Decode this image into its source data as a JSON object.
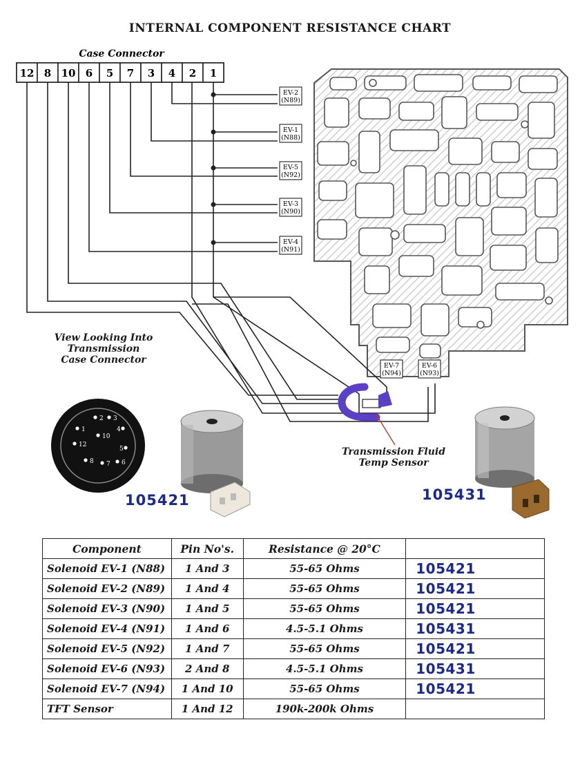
{
  "title": "INTERNAL COMPONENT RESISTANCE CHART",
  "connector": {
    "label": "Case Connector",
    "pins": [
      "12",
      "8",
      "10",
      "6",
      "5",
      "7",
      "3",
      "4",
      "2",
      "1"
    ]
  },
  "solenoids": [
    {
      "name": "EV-2",
      "code": "(N89)"
    },
    {
      "name": "EV-1",
      "code": "(N88)"
    },
    {
      "name": "EV-5",
      "code": "(N92)"
    },
    {
      "name": "EV-3",
      "code": "(N90)"
    },
    {
      "name": "EV-4",
      "code": "(N91)"
    },
    {
      "name": "EV-7",
      "code": "(N94)"
    },
    {
      "name": "EV-6",
      "code": "(N93)"
    }
  ],
  "view_caption": [
    "View Looking Into",
    "Transmission",
    "Case Connector"
  ],
  "round_connector_pins": [
    "1",
    "2",
    "3",
    "4",
    "5",
    "6",
    "7",
    "8",
    "10",
    "12"
  ],
  "tft_caption": [
    "Transmission Fluid",
    "Temp Sensor"
  ],
  "part_numbers": {
    "left": "105421",
    "right": "105431"
  },
  "table": {
    "headers": [
      "Component",
      "Pin No's.",
      "Resistance @ 20°C",
      ""
    ],
    "rows": [
      {
        "component": "Solenoid EV-1 (N88)",
        "pins": "1 And 3",
        "resistance": "55-65 Ohms",
        "part": "105421"
      },
      {
        "component": "Solenoid EV-2 (N89)",
        "pins": "1 And 4",
        "resistance": "55-65 Ohms",
        "part": "105421"
      },
      {
        "component": "Solenoid EV-3 (N90)",
        "pins": "1 And 5",
        "resistance": "55-65 Ohms",
        "part": "105421"
      },
      {
        "component": "Solenoid EV-4 (N91)",
        "pins": "1 And 6",
        "resistance": "4.5-5.1 Ohms",
        "part": "105431"
      },
      {
        "component": "Solenoid EV-5 (N92)",
        "pins": "1 And 7",
        "resistance": "55-65 Ohms",
        "part": "105421"
      },
      {
        "component": "Solenoid EV-6 (N93)",
        "pins": "2 And 8",
        "resistance": "4.5-5.1 Ohms",
        "part": "105431"
      },
      {
        "component": "Solenoid EV-7 (N94)",
        "pins": "1 And 10",
        "resistance": "55-65 Ohms",
        "part": "105421"
      },
      {
        "component": "TFT Sensor",
        "pins": "1 And 12",
        "resistance": "190k-200k Ohms",
        "part": ""
      }
    ]
  }
}
